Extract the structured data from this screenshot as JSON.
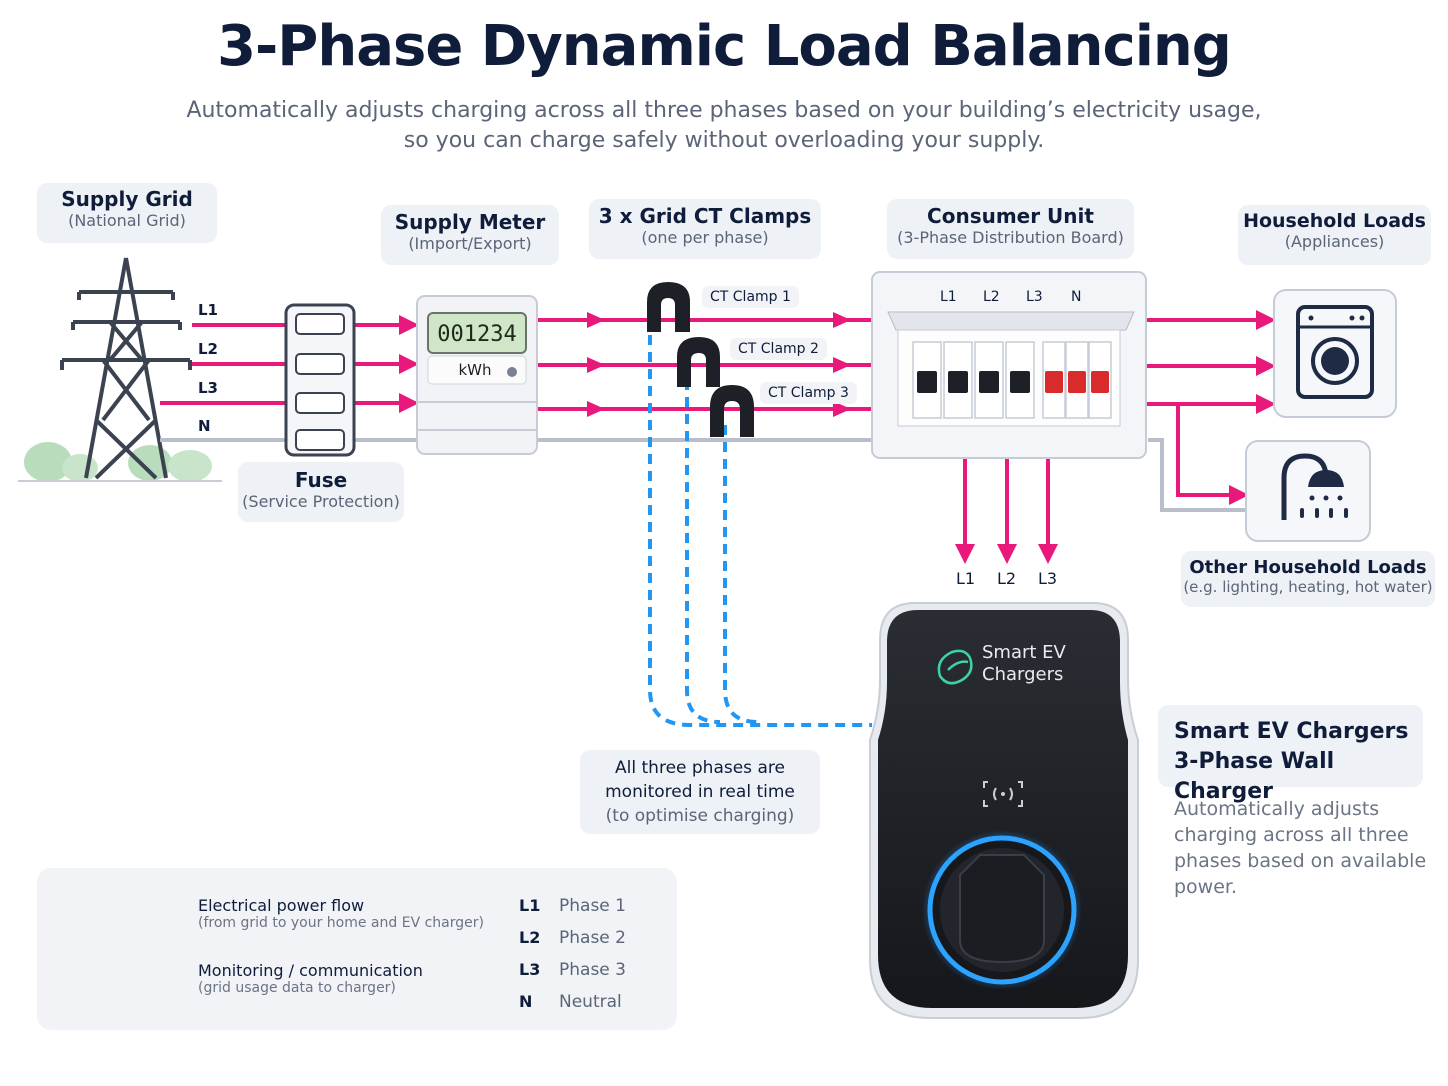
{
  "header": {
    "title": "3-Phase Dynamic Load Balancing",
    "subtitle_line1": "Automatically adjusts charging across all three phases based on your building’s electricity usage,",
    "subtitle_line2": "so you can charge safely without overloading your supply."
  },
  "supply_grid": {
    "title": "Supply Grid",
    "sub": "(National Grid)"
  },
  "supply_meter": {
    "title": "Supply Meter",
    "sub": "(Import/Export)",
    "reading": "001234",
    "unit": "kWh"
  },
  "ct_clamps": {
    "title": "3 x Grid CT Clamps",
    "sub": "(one per phase)",
    "labels": [
      "CT Clamp 1",
      "CT Clamp 2",
      "CT Clamp 3"
    ]
  },
  "consumer_unit": {
    "title": "Consumer Unit",
    "sub": "(3-Phase Distribution Board)",
    "terminals": [
      "L1",
      "L2",
      "L3",
      "N"
    ]
  },
  "household_loads": {
    "title": "Household Loads",
    "sub": "(Appliances)"
  },
  "other_loads": {
    "title": "Other Household Loads",
    "sub": "(e.g. lighting, heating, hot water)"
  },
  "fuse": {
    "title": "Fuse",
    "sub": "(Service Protection)"
  },
  "lines": [
    "L1",
    "L2",
    "L3",
    "N"
  ],
  "charger_feed": [
    "L1",
    "L2",
    "L3"
  ],
  "monitor_note": {
    "line1": "All three phases are",
    "line2": "monitored in real time",
    "line3": "(to optimise charging)"
  },
  "charger": {
    "brand_line1": "Smart EV",
    "brand_line2": "Chargers",
    "card_title_line1": "Smart EV Chargers",
    "card_title_line2": "3-Phase Wall Charger",
    "desc": [
      "Automatically adjusts",
      "charging across all three",
      "phases based on available",
      "power."
    ]
  },
  "legend": {
    "power_title": "Electrical power flow",
    "power_sub": "(from grid to your home and EV charger)",
    "monitor_title": "Monitoring / communication",
    "monitor_sub": "(grid usage data to charger)",
    "phases": [
      {
        "key": "L1",
        "value": "Phase 1"
      },
      {
        "key": "L2",
        "value": "Phase 2"
      },
      {
        "key": "L3",
        "value": "Phase 3"
      },
      {
        "key": "N",
        "value": "Neutral"
      }
    ]
  },
  "colors": {
    "power": "#e8197a",
    "monitor": "#2196f3",
    "neutral": "#b8bfca",
    "navy": "#0f1d3a",
    "glow": "#1e90ff"
  }
}
